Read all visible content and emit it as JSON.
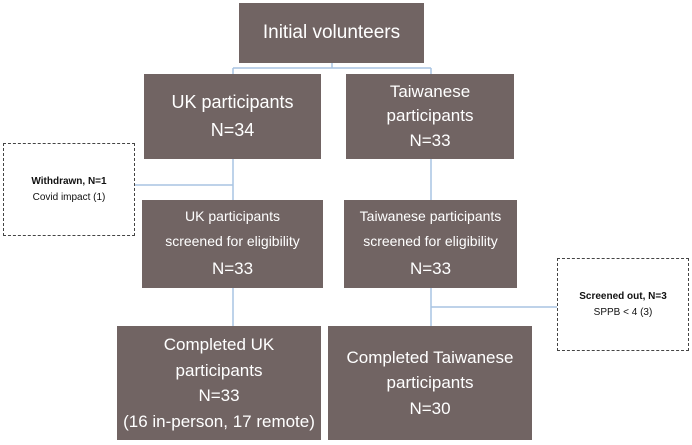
{
  "flowchart": {
    "root": {
      "title": "Initial volunteers"
    },
    "uk": {
      "participants": {
        "line1": "UK participants",
        "line2": "N=34"
      },
      "withdrawn": {
        "heading": "Withdrawn, N=1",
        "detail": "Covid impact (1)"
      },
      "screened": {
        "line1": "UK participants",
        "line2": "screened for eligibility",
        "line3": "N=33"
      },
      "completed": {
        "line1": "Completed UK",
        "line2": "participants",
        "line3": "N=33",
        "line4": "(16 in-person, 17 remote)"
      }
    },
    "tw": {
      "participants": {
        "line1": "Taiwanese",
        "line2": "participants",
        "line3": "N=33"
      },
      "screened": {
        "line1": "Taiwanese participants",
        "line2": "screened for eligibility",
        "line3": "N=33"
      },
      "screened_out": {
        "heading": "Screened out, N=3",
        "detail": "SPPB < 4 (3)"
      },
      "completed": {
        "line1": "Completed Taiwanese",
        "line2": "participants",
        "line3": "N=30"
      }
    }
  },
  "colors": {
    "box": "#716463",
    "connector": "#a9c4e2",
    "text": "#ffffff"
  }
}
